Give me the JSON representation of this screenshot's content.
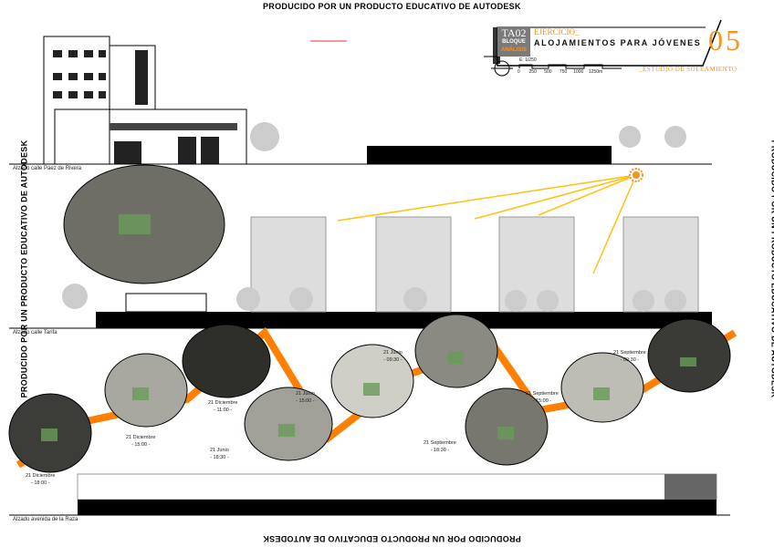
{
  "watermark": "PRODUCIDO POR UN PRODUCTO EDUCATIVO DE AUTODESK",
  "title_block": {
    "code": "TA02",
    "block": "BLOQUE",
    "analysis": "ANÁLISIS",
    "exercise": "EJERCICIO_",
    "project": "ALOJAMIENTOS PARA JÓVENES",
    "number": "05",
    "subtitle": "_ESTUDIO DE SOLEAMIENTO",
    "scale_label": "E: 1/250",
    "scale_ticks": [
      "0",
      "250",
      "500",
      "750",
      "1000",
      "1250m"
    ]
  },
  "elevations": [
    "Alzado calle Páez de Rivera",
    "Alzado calle Tarifa",
    "Alzado avenida de la Raza"
  ],
  "sun_studies": [
    {
      "date": "21 Diciembre",
      "time": "- 18:00 -"
    },
    {
      "date": "21 Diciembre",
      "time": "- 15:00 -"
    },
    {
      "date": "21 Diciembre",
      "time": "- 11:00 -"
    },
    {
      "date": "21 Junio",
      "time": "- 18:30 -"
    },
    {
      "date": "21 Junio",
      "time": "- 15:00 -"
    },
    {
      "date": "21 Junio",
      "time": "- 09:30 -"
    },
    {
      "date": "21 Septiembre",
      "time": "- 18:30 -"
    },
    {
      "date": "21 Septiembre",
      "time": "- 15:00 -"
    },
    {
      "date": "21 Septiembre",
      "time": "- 09:30 -"
    }
  ],
  "colors": {
    "accent": "#f7941d",
    "path": "#ff7f00",
    "sun_ray": "#ffc20e",
    "block": "#7a7a7a"
  }
}
